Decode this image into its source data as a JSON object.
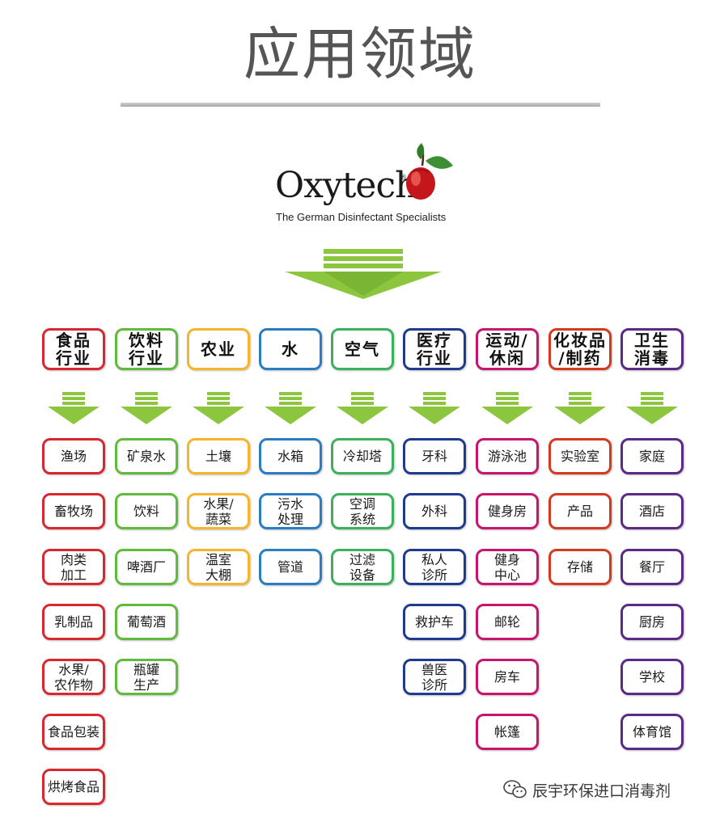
{
  "title": "应用领域",
  "logo": {
    "wordmark": "Oxytech",
    "reg": "®",
    "tagline": "The German Disinfectant Specialists",
    "icon": "apple-icon"
  },
  "colors": {
    "arrow": "#8cc63f",
    "arrow_dark": "#6aa322",
    "columns": [
      "#d7282f",
      "#5fba3d",
      "#f6b52a",
      "#2b7cc1",
      "#3ab15a",
      "#1f3b8f",
      "#c8156d",
      "#d33a20",
      "#5a2a86"
    ]
  },
  "columns": [
    {
      "head": "食品\n行业",
      "items": [
        "渔场",
        "畜牧场",
        "肉类\n加工",
        "乳制品",
        "水果/\n农作物",
        "食品包装",
        "烘烤食品"
      ]
    },
    {
      "head": "饮料\n行业",
      "items": [
        "矿泉水",
        "饮料",
        "啤酒厂",
        "葡萄酒",
        "瓶罐\n生产"
      ]
    },
    {
      "head": "农业",
      "items": [
        "土壤",
        "水果/\n蔬菜",
        "温室\n大棚"
      ]
    },
    {
      "head": "水",
      "items": [
        "水箱",
        "污水\n处理",
        "管道"
      ]
    },
    {
      "head": "空气",
      "items": [
        "冷却塔",
        "空调\n系统",
        "过滤\n设备"
      ]
    },
    {
      "head": "医疗\n行业",
      "items": [
        "牙科",
        "外科",
        "私人\n诊所",
        "救护车",
        "兽医\n诊所"
      ]
    },
    {
      "head": "运动/\n休闲",
      "items": [
        "游泳池",
        "健身房",
        "健身\n中心",
        "邮轮",
        "房车",
        "帐篷"
      ]
    },
    {
      "head": "化妆品\n/制药",
      "items": [
        "实验室",
        "产品",
        "存储"
      ]
    },
    {
      "head": "卫生\n消毒",
      "items": [
        "家庭",
        "酒店",
        "餐厅",
        "厨房",
        "学校",
        "体育馆"
      ]
    }
  ],
  "watermark": {
    "icon": "wechat-icon",
    "text": "辰宇环保进口消毒剂"
  }
}
